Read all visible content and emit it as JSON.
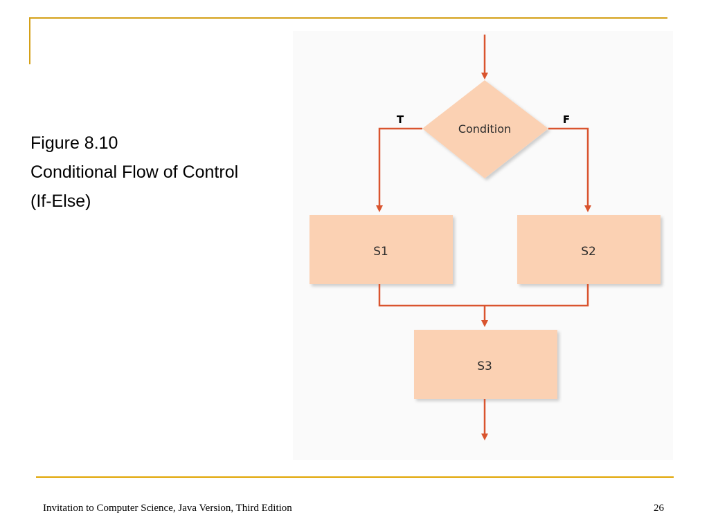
{
  "slide": {
    "title_lines": [
      "Figure 8.10",
      "Conditional Flow of Control",
      "(If-Else)"
    ]
  },
  "diagram": {
    "decision": {
      "label": "Condition"
    },
    "true_label": "T",
    "false_label": "F",
    "boxes": [
      {
        "id": "s1",
        "label": "S1"
      },
      {
        "id": "s2",
        "label": "S2"
      },
      {
        "id": "s3",
        "label": "S3"
      }
    ],
    "colors": {
      "shape_fill": "#fbd1b3",
      "arrow": "#d9542e",
      "text": "#2a2a2a",
      "accent_line": "#d4a017"
    }
  },
  "footer": {
    "text": "Invitation to Computer Science, Java Version, Third Edition",
    "page_number": "26"
  }
}
